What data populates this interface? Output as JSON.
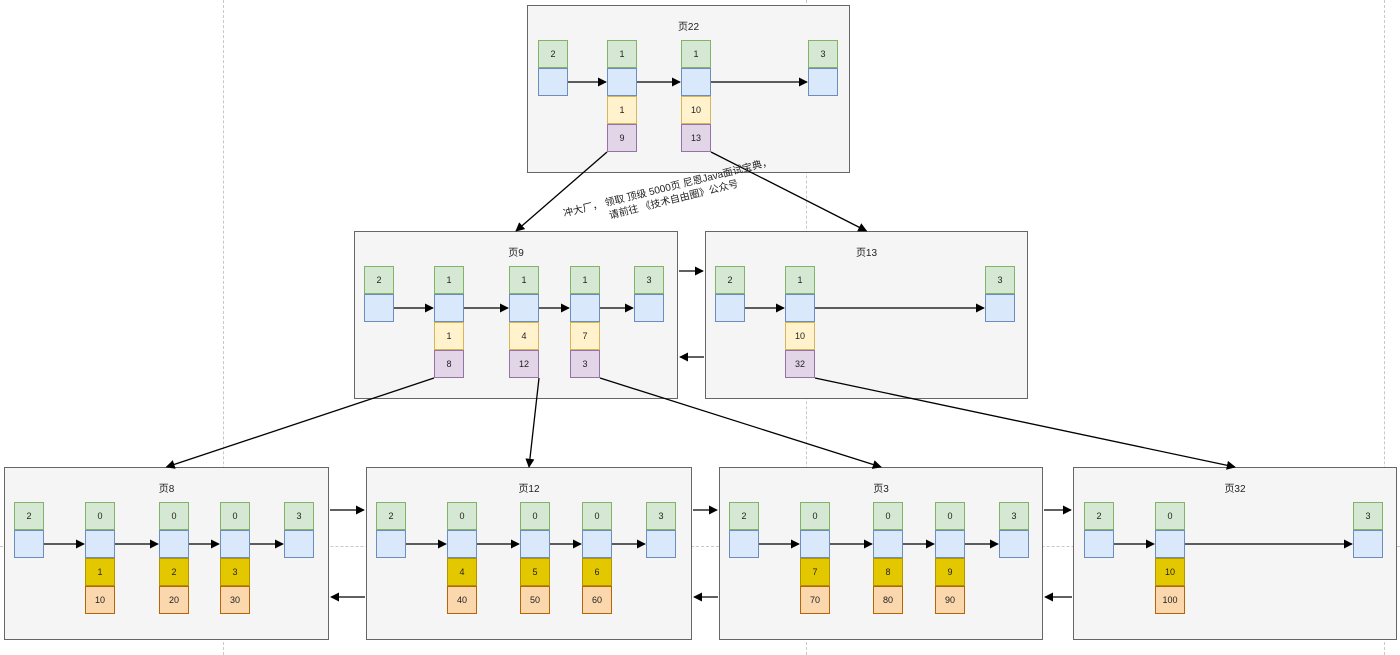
{
  "colors": {
    "page_bg": "#f5f5f5",
    "count": "#d5e8d4",
    "pointer": "#dae8fc",
    "dir_key": "#fff2cc",
    "dir_page": "#e1d5e7",
    "leaf_key": "#e3c800",
    "leaf_value": "#fad7ac"
  },
  "pages": [
    {
      "id": "p22",
      "title": "页22",
      "slots": [
        {
          "count": "2"
        },
        {
          "count": "1",
          "key": "1",
          "val": "9",
          "type": "dir"
        },
        {
          "count": "1",
          "key": "10",
          "val": "13",
          "type": "dir"
        },
        {
          "count": "3"
        }
      ]
    },
    {
      "id": "p9",
      "title": "页9",
      "slots": [
        {
          "count": "2"
        },
        {
          "count": "1",
          "key": "1",
          "val": "8",
          "type": "dir"
        },
        {
          "count": "1",
          "key": "4",
          "val": "12",
          "type": "dir"
        },
        {
          "count": "1",
          "key": "7",
          "val": "3",
          "type": "dir"
        },
        {
          "count": "3"
        }
      ]
    },
    {
      "id": "p13",
      "title": "页13",
      "slots": [
        {
          "count": "2"
        },
        {
          "count": "1",
          "key": "10",
          "val": "32",
          "type": "dir"
        },
        {
          "count": "3"
        }
      ]
    },
    {
      "id": "p8",
      "title": "页8",
      "slots": [
        {
          "count": "2"
        },
        {
          "count": "0",
          "key": "1",
          "val": "10",
          "type": "leaf"
        },
        {
          "count": "0",
          "key": "2",
          "val": "20",
          "type": "leaf"
        },
        {
          "count": "0",
          "key": "3",
          "val": "30",
          "type": "leaf"
        },
        {
          "count": "3"
        }
      ]
    },
    {
      "id": "p12",
      "title": "页12",
      "slots": [
        {
          "count": "2"
        },
        {
          "count": "0",
          "key": "4",
          "val": "40",
          "type": "leaf"
        },
        {
          "count": "0",
          "key": "5",
          "val": "50",
          "type": "leaf"
        },
        {
          "count": "0",
          "key": "6",
          "val": "60",
          "type": "leaf"
        },
        {
          "count": "3"
        }
      ]
    },
    {
      "id": "p3",
      "title": "页3",
      "slots": [
        {
          "count": "2"
        },
        {
          "count": "0",
          "key": "7",
          "val": "70",
          "type": "leaf"
        },
        {
          "count": "0",
          "key": "8",
          "val": "80",
          "type": "leaf"
        },
        {
          "count": "0",
          "key": "9",
          "val": "90",
          "type": "leaf"
        },
        {
          "count": "3"
        }
      ]
    },
    {
      "id": "p32",
      "title": "页32",
      "slots": [
        {
          "count": "2"
        },
        {
          "count": "0",
          "key": "10",
          "val": "100",
          "type": "leaf"
        },
        {
          "count": "3"
        }
      ]
    }
  ],
  "watermark": {
    "line1": "冲大厂，  领取 顶级  5000页 尼恩Java面试宝典，",
    "line2": "请前往 《技术自由圈》公众号"
  }
}
